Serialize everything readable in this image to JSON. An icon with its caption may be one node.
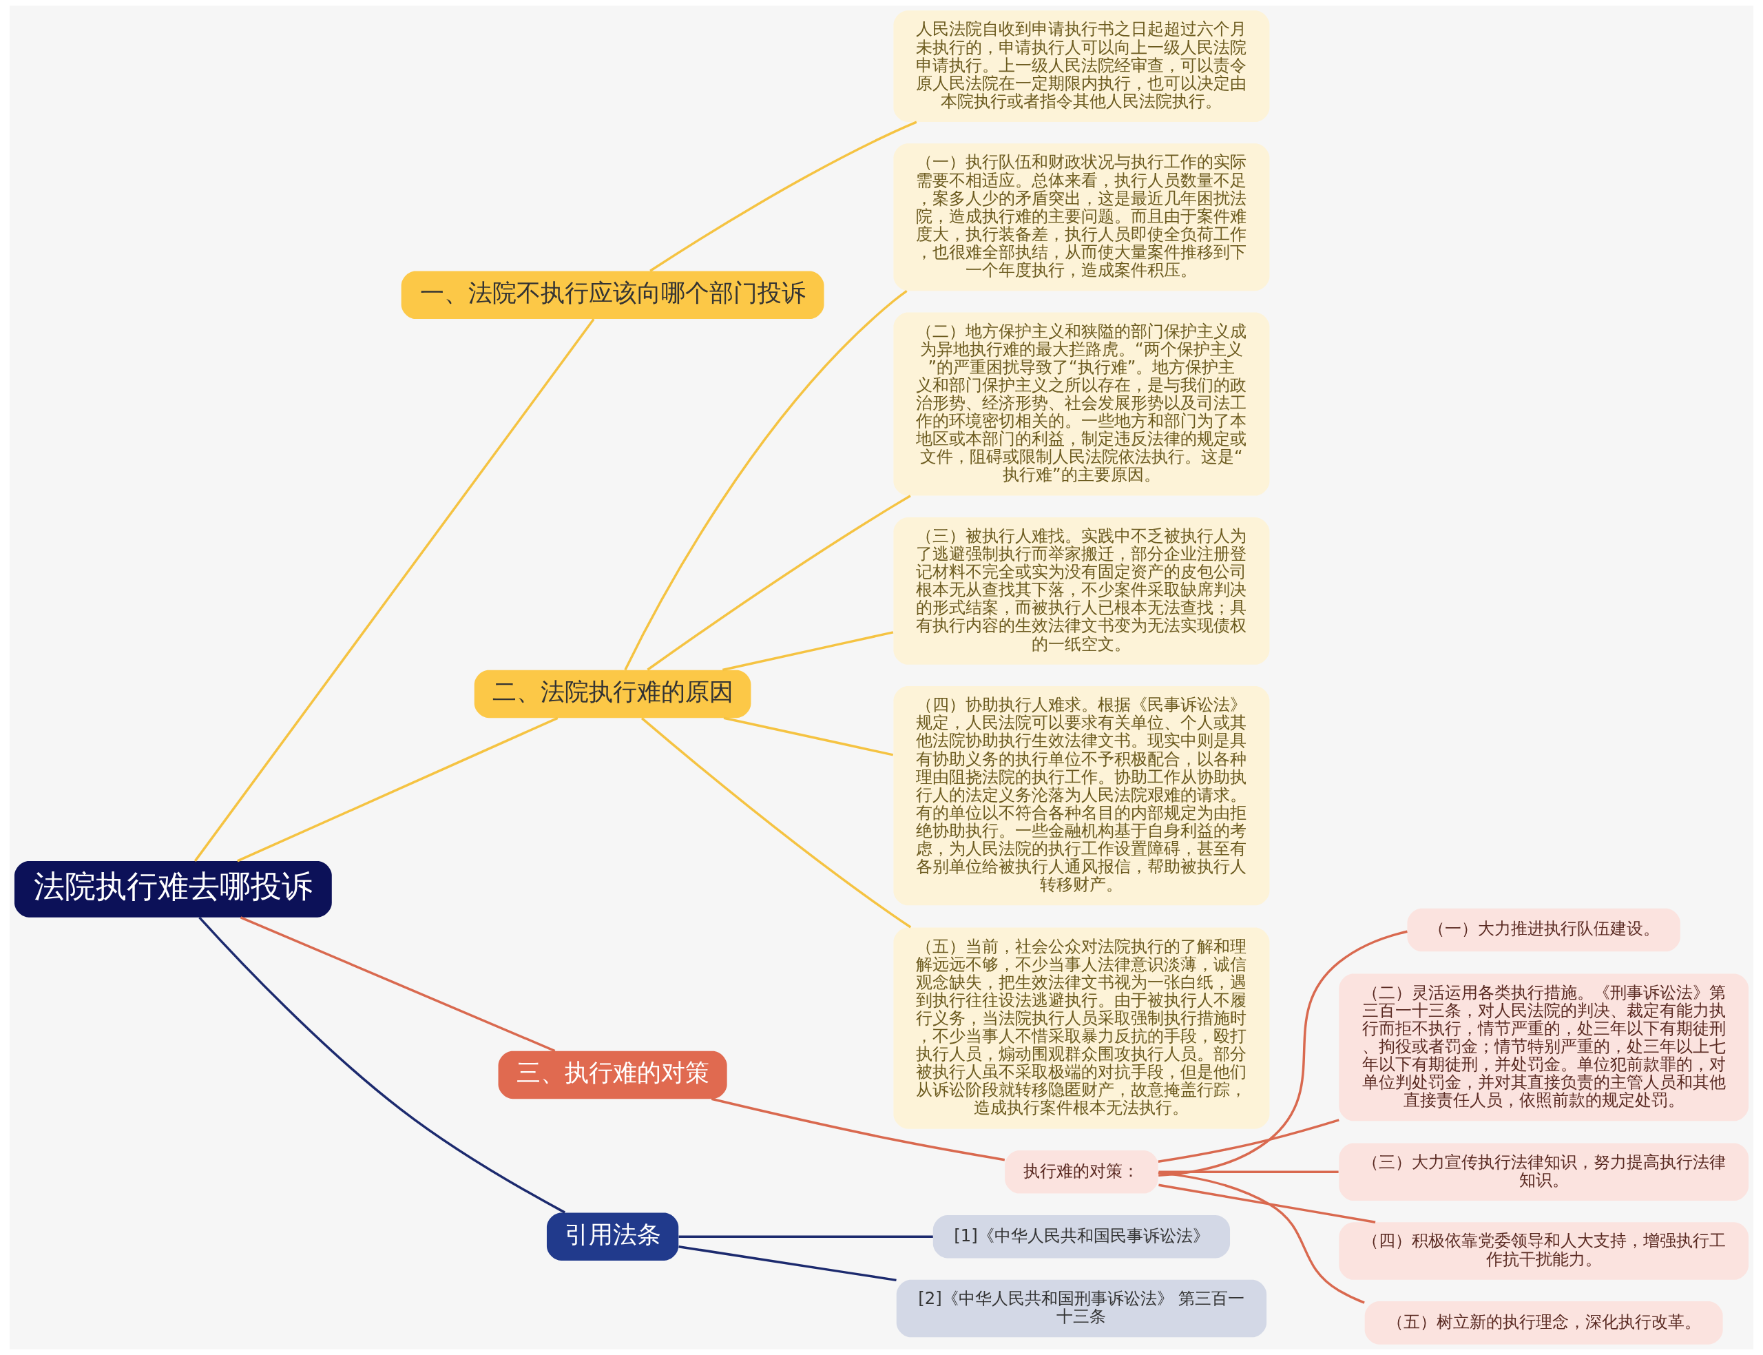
{
  "diagram": {
    "nodes": [
      {
        "text": [
          "法院执行难去哪投诉"
        ]
      },
      {
        "text": [
          "一、法院不执行应该向哪个部门投诉"
        ]
      },
      {
        "text": [
          "人民法院自收到申请执行书之日起超过六个月未执行的，申请执行人可以向上一级人民法院申请执行。上一级人民法院经审查，可以责令原人民法院在一定期限内执行，也可以决定由本院执行或者指令其他人民法院执行。"
        ]
      },
      {
        "text": [
          "二、法院执行难的原因"
        ]
      },
      {
        "text": [
          "（一）执行队伍和财政状况与执行工作的实际需要不相适应。总体来看，执行人员数量不足，案多人少的矛盾突出，这是最近几年困扰法院，造成执行难的主要问题。而且由于案件难度大，执行装备差，执行人员即使全负荷工作，也很难全部执结，从而使大量案件推移到下一个年度执行，造成案件积压。"
        ]
      },
      {
        "text": [
          "（二）地方保护主义和狭隘的部门保护主义成为异地执行难的最大拦路虎。“两个保护主义”的严重困扰导致了“执行难”。地方保护主义和部门保护主义之所以存在，是与我们的政治形势、经济形势、社会发展形势以及司法工作的环境密切相关的。一些地方和部门为了本地区或本部门的利益，制定违反法律的规定或文件，阻碍或限制人民法院依法执行。这是“执行难”的主要原因。"
        ]
      },
      {
        "text": [
          "（三）被执行人难找。实践中不乏被执行人为了逃避强制执行而举家搬迁，部分企业注册登记材料不完全或实为没有固定资产的皮包公司根本无从查找其下落，不少案件采取缺席判决的形式结案，而被执行人已根本无法查找；具有执行内容的生效法律文书变为无法实现债权的一纸空文。"
        ]
      },
      {
        "text": [
          "（四）协助执行人难求。根据《民事诉讼法》规定，人民法院可以要求有关单位、个人或其他法院协助执行生效法律文书。现实中则是具有协助义务的执行单位不予积极配合，以各种理由阻挠法院的执行工作。协助工作从协助执行人的法定义务沦落为人民法院艰难的请求。有的单位以不符合各种名目的内部规定为由拒绝协助执行。一些金融机构基于自身利益的考虑，为人民法院的执行工作设置障碍，甚至有各别单位给被执行人通风报信，帮助被执行人转移财产。"
        ]
      },
      {
        "text": [
          "（五）当前，社会公众对法院执行的了解和理解远远不够，不少当事人法律意识淡薄，诚信观念缺失，把生效法律文书视为一张白纸，遇到执行往往设法逃避执行。由于被执行人不履行义务，当法院执行人员采取强制执行措施时，不少当事人不惜采取暴力反抗的手段，殴打执行人员，煽动围观群众围攻执行人员。部分被执行人虽不采取极端的对抗手段，但是他们从诉讼阶段就转移隐匿财产，故意掩盖行踪，造成执行案件根本无法执行。"
        ]
      },
      {
        "text": [
          "三、执行难的对策"
        ]
      },
      {
        "text": [
          "执行难的对策："
        ]
      },
      {
        "text": [
          "（一）大力推进执行队伍建设。"
        ]
      },
      {
        "text": [
          "（二）灵活运用各类执行措施。《刑事诉讼法》第三百一十三条，对人民法院的判决、裁定有能力执行而拒不执行，情节严重的，处三年以下有期徒刑、拘役或者罚金；情节特别严重的，处三年以上七年以下有期徒刑，并处罚金。单位犯前款罪的，对单位判处罚金，并对其直接负责的主管人员和其他直接责任人员，依照前款的规定处罚。"
        ]
      },
      {
        "text": [
          "（三）大力宣传执行法律知识，努力提高执行法律知识。"
        ]
      },
      {
        "text": [
          "（四）积极依靠党委领导和人大支持，增强执行工作抗干扰能力。"
        ]
      },
      {
        "text": [
          "（五）树立新的执行理念，深化执行改革。"
        ]
      },
      {
        "text": [
          "引用法条"
        ]
      },
      {
        "text": [
          "[1]《中华人民共和国民事诉讼法》"
        ]
      },
      {
        "text": [
          "[2]《中华人民共和国刑事诉讼法》 第三百一十三条"
        ]
      }
    ],
    "edges": [
      {
        "from": 0,
        "to": 1,
        "arrow": "none"
      },
      {
        "from": 1,
        "to": 2,
        "arrow": "none"
      },
      {
        "from": 0,
        "to": 3,
        "arrow": "none"
      },
      {
        "from": 3,
        "to": 4,
        "arrow": "none"
      },
      {
        "from": 3,
        "to": 5,
        "arrow": "none"
      },
      {
        "from": 3,
        "to": 6,
        "arrow": "none"
      },
      {
        "from": 3,
        "to": 7,
        "arrow": "none"
      },
      {
        "from": 3,
        "to": 8,
        "arrow": "none"
      },
      {
        "from": 0,
        "to": 9,
        "arrow": "none",
        "color": "#d9694f"
      },
      {
        "from": 9,
        "to": 10,
        "arrow": "none",
        "color": "#d9694f"
      },
      {
        "from": 10,
        "to": 11,
        "arrow": "none",
        "color": "#d9694f"
      },
      {
        "from": 10,
        "to": 12,
        "arrow": "none",
        "color": "#d9694f"
      },
      {
        "from": 10,
        "to": 13,
        "arrow": "none",
        "color": "#d9694f"
      },
      {
        "from": 10,
        "to": 14,
        "arrow": "none",
        "color": "#d9694f"
      },
      {
        "from": 10,
        "to": 15,
        "arrow": "none",
        "color": "#d9694f"
      },
      {
        "from": 0,
        "to": 16,
        "arrow": "none",
        "color": "#1c2a6e"
      },
      {
        "from": 16,
        "to": 17,
        "arrow": "none",
        "color": "#1c2a6e"
      },
      {
        "from": 16,
        "to": 18,
        "arrow": "none",
        "color": "#1c2a6e"
      }
    ]
  }
}
